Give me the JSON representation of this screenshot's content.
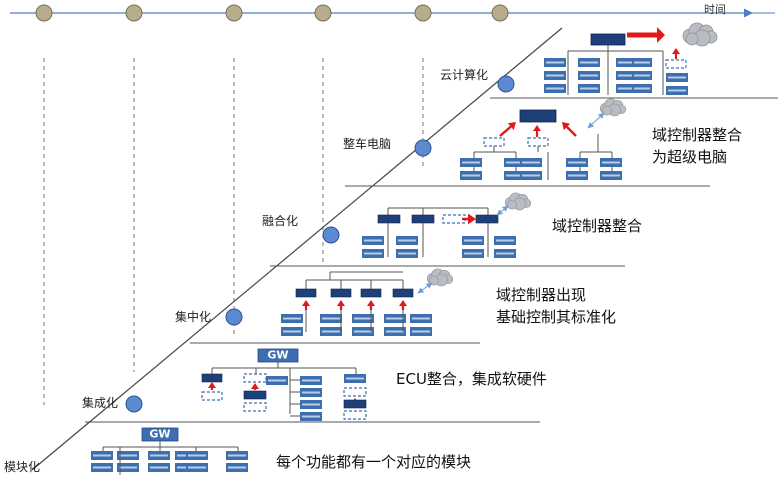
{
  "axis": {
    "label": "时间"
  },
  "stages": [
    {
      "label": "模块化",
      "description": [
        "每个功能都有一个对应的模块"
      ]
    },
    {
      "label": "集成化",
      "description": [
        "ECU整合，集成软硬件"
      ]
    },
    {
      "label": "集中化",
      "description": [
        "域控制器出现",
        "基础控制其标准化"
      ]
    },
    {
      "label": "融合化",
      "description": [
        "域控制器整合"
      ]
    },
    {
      "label": "整车电脑",
      "description": [
        "域控制器整合",
        "为超级电脑"
      ]
    },
    {
      "label": "云计算化",
      "description": []
    }
  ],
  "gateway_label": "GW",
  "colors": {
    "module_fill": "#3d6fb0",
    "module_stripe": "#b9cde6",
    "controller_fill": "#1f3f78",
    "line": "#555555",
    "timeline": "#4a7fc1",
    "node_fill": "#5b8ad0",
    "top_node_fill": "#b7ac8c",
    "arrow": "#e01a1a",
    "cloud": "#b9bcc2"
  }
}
